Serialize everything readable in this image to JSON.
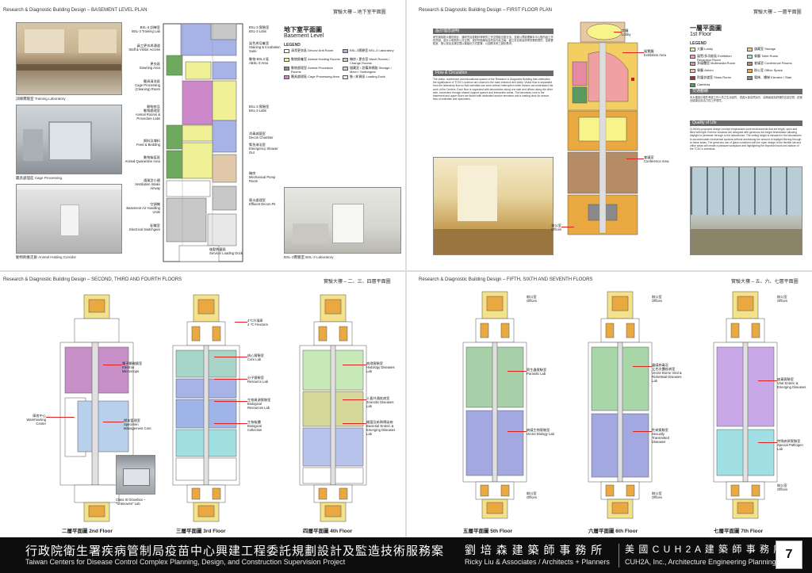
{
  "q1": {
    "title": "Research & Diagnostic Building Design – BASEMENT LEVEL PLAN",
    "title_cn": "實驗大樓 – 地下室平面圖",
    "photo_captions": [
      "訓練實驗室 Training Laboratory",
      "籠具處理區 Cage Processing",
      "動物飼養走廊 Animal Holding Corridor",
      "BSL-3實驗室 BSL-3 Laboratory"
    ],
    "left_labels": [
      "BSL-3 訓練室\nBSL-3 Training Lab",
      "員工更衣與通道\nStaff & Visitor Access",
      "更衣區\nGowning Area",
      "籠具清洗區\nCage Processing\n(Cleaning) Room",
      "動物房及\n動物處理室\nAnimal Rooms &\nProcedure Labs",
      "飼料及墫料\nFeed & Bedding",
      "動物檢疫區\nAnimal Quarantine Area",
      "通風型小間\nVentilation Intake\nAirway",
      "空調機\nBasement Air Handling\nUnits",
      "配電室\nElectrical Switchgear"
    ],
    "right_labels": [
      "BSL-3 實驗室\nBSL-3 Labs",
      "染色與培養室\nStaining & Incubation\nSuite",
      "動物 BSL3 區\nABSL-3 Area",
      "BSL-3 實驗室\nBSL-3 Labs",
      "消毒滅菌室\nDecon Chamber",
      "緊急淋浴室\nEmergency Shower Out",
      "機房\nMechanical Pump\nRoom",
      "廢水處理室\nEffluent Decon Pit",
      "後勤負載區\nService/ Loading Dock"
    ],
    "plan_title_cn": "地下室平面圖",
    "plan_title_en": "Basement Level",
    "legend_label": "LEGEND",
    "legend": [
      {
        "cn": "清潔更衣區",
        "en": "Decon/ Anti Room",
        "color": "#ffffff"
      },
      {
        "cn": "BSL-3實驗室",
        "en": "BSL-3 Laboratory",
        "color": "#a7b2e6"
      },
      {
        "cn": "動物飼養室",
        "en": "Animal Holding Rooms",
        "color": "#f0f096"
      },
      {
        "cn": "機房 / 更衣室",
        "en": "Mech Rooms / Change Rooms",
        "color": "#c8c8c8"
      },
      {
        "cn": "動物處理室",
        "en": "Animal Procedure Rooms",
        "color": "#6fa85f"
      },
      {
        "cn": "儲藏室 / 設備與網路",
        "en": "Storage / Mech / Switchgear",
        "color": "#e0c8a8"
      },
      {
        "cn": "籠具處理區",
        "en": "Cage Processing Area",
        "color": "#cc88c8"
      },
      {
        "cn": "裝 / 卸貨區",
        "en": "Loading Dock",
        "color": "#e8e8e8"
      }
    ]
  },
  "q2": {
    "title": "Research & Diagnostic Building Design – FIRST FLOOR PLAN",
    "title_cn": "實驗大樓 – 一層平面圖",
    "intro_header": "設計理念說明",
    "intro_text": "研究與檢驗大樓的設計，讓研究及檢驗科學家的工作空間能互動交流，並使公眾能理解本中心對防疫工作的貢獻。設計以明亮的公共空間、良好的動線及自然採光為主軸，建立安全而高效率的實驗環境，並將實驗室、辦公室及支援空間以模組化方式配置，以因應未來之變化需求。",
    "flow_header": "Flow & Circulation",
    "flow_text": "The visitor, conference and educational spaces of the Research & Diagnostic Building that celebrates the significance of TCDC's science are closest to the main entrance and lobby. Visitor flow is separated from the laboratory flow so that scientists can work without interruption while visitors can understand the work of the Centers. Each floor is organized with laboratories along one side and offices along the other side, connected through shared support spaces and interaction areas. The laboratory core in the basement and upper floors are linked with dedicated service elevators and a loading dock for secure flow of materials and specimens.",
    "quality_header": "Quality of Life",
    "quality_text_cn": "本大樓設計優先考慮工作人員之生活品質，透過大量自然採光、遠眺景觀及舒適的交談空間，創造出健康且具活力的工作環境。",
    "quality_text_en": "CUH2A's proposed design concept emphasizes work environments that are bright, open and filled with light. Exterior windows are designed with generous full-height fenestration allowing daylight to penetrate through to the laboratories. The ceiling height is elevated in the laboratories to accommodate mechanical systems without decreasing the amount of daylight filtering through to these areas. The generous use of glass combined with the open design of the flexible lab and office areas will create a pleasant workplace and highlighting the important work and stature of the TCDC's scientists.",
    "plan_labels": [
      "大廳\nLobby",
      "展覽廳\nExhibition Area",
      "會議室\nConference Area",
      "辦公室\nOffices"
    ],
    "plan_title_cn": "一層平面圖",
    "plan_title_en": "1st Floor",
    "legend_label": "LEGEND",
    "legend": [
      {
        "cn": "大廳",
        "en": "Lobby",
        "color": "#f7f48a"
      },
      {
        "cn": "儲藏室",
        "en": "Storage",
        "color": "#f3ce62"
      },
      {
        "cn": "展覽/多功能區",
        "en": "Exhibition Reception Room",
        "color": "#f0a0a0"
      },
      {
        "cn": "餐廳",
        "en": "Toilet Room",
        "color": "#b8e0c0"
      },
      {
        "cn": "多媒體室",
        "en": "Multimedia Room",
        "color": "#e58aa0"
      },
      {
        "cn": "會議室",
        "en": "Conference Rooms",
        "color": "#b58c66"
      },
      {
        "cn": "餐廳",
        "en": "Atrium",
        "color": "#e8c8a0"
      },
      {
        "cn": "辦公室",
        "en": "Office Space",
        "color": "#e9a840"
      },
      {
        "cn": "防護衣儲室",
        "en": "Shaw Room",
        "color": "#c82020"
      },
      {
        "cn": "電梯、樓梯",
        "en": "Elevator / Stair",
        "color": "#8a8a8a"
      },
      {
        "cn": "",
        "en": "Cafeteria",
        "color": "#5a9a60"
      }
    ]
  },
  "q3": {
    "title": "Research & Diagnostic Building Design – SECOND, THIRD AND FOURTH FLOORS",
    "title_cn": "實驗大樓 – 二、三、四層平面圖",
    "floor2_labels": [
      "電子顯微鏡室\nElectron\nMicroscope",
      "庫房中心\nWarehousing\nCenter",
      "標本管理室\nSpecimen\nManagement Core"
    ],
    "glovebox_caption": "Class III Glovebox –\n\"Unknowns\" Lab",
    "floor3_labels": [
      "4℃冷凍庫\n4 ℃ Freezers",
      "核心實驗室\nCore Lab",
      "分子實驗室\nResource Lab",
      "生物資源實驗室\nBiological\nResources Lab",
      "生物檢體\nBiological\nCollection"
    ],
    "floor4_labels": [
      "病理實驗室\nHistology Diseases\nLab",
      "人畜共通疾病室\nZoonotic Diseases\nLab",
      "細菌及新興傳染病\nBacterial Enteric &\nEmerging Diseases\nLab"
    ],
    "floor_captions": [
      "二層平面圖 2nd Floor",
      "三層平面圖 3rd Floor",
      "四層平面圖 4th Floor"
    ]
  },
  "q4": {
    "title": "Research & Diagnostic Building Design – FIFTH, SIXTH AND SEVENTH FLOORS",
    "title_cn": "實驗大樓 – 五、六、七層平面圖",
    "floor5_labels": [
      "辦公室\nOffices",
      "寄生蟲實驗室\nParasitic Lab",
      "病媒生物實驗室\nVector Biology Lab",
      "辦公室\nOffices"
    ],
    "floor6_labels": [
      "辦公室\nOffices",
      "蟲媒病毒及\n立克次體疾病室\nVector Borne Viral &\nRickettsial Diseases\nLab",
      "性病實驗室\nSexually\nTransmitted\nDiseases",
      "辦公室\nOffices"
    ],
    "floor7_labels": [
      "辦公室\nOffices",
      "病毒實驗室\nViral Enteric &\nEmerging Diseases",
      "特殊病原實驗室\nSpecial Pathogen\nLab",
      "辦公室\nOffices"
    ],
    "floor_captions": [
      "五層平面圖 5th Floor",
      "六層平面圖 6th Floor",
      "七層平面圖 7th Floor"
    ]
  },
  "footer": {
    "client_cn": "行政院衛生署疾病管制局疫苗中心興建工程委託規劃設計及監造技術服務案",
    "client_en": "Taiwan Centers for Disease Control Complex Planning, Design, and Construction Supervision Project",
    "firm1_cn": "劉 培 森 建 築 師 事 務 所",
    "firm1_en": "Ricky Liu & Associates / Architects + Planners",
    "firm2_cn": "美 國 C U H 2 A 建 築 師 事 務 所",
    "firm2_en": "CUH2A, Inc., Architecture Engineering Planning",
    "page": "7"
  }
}
